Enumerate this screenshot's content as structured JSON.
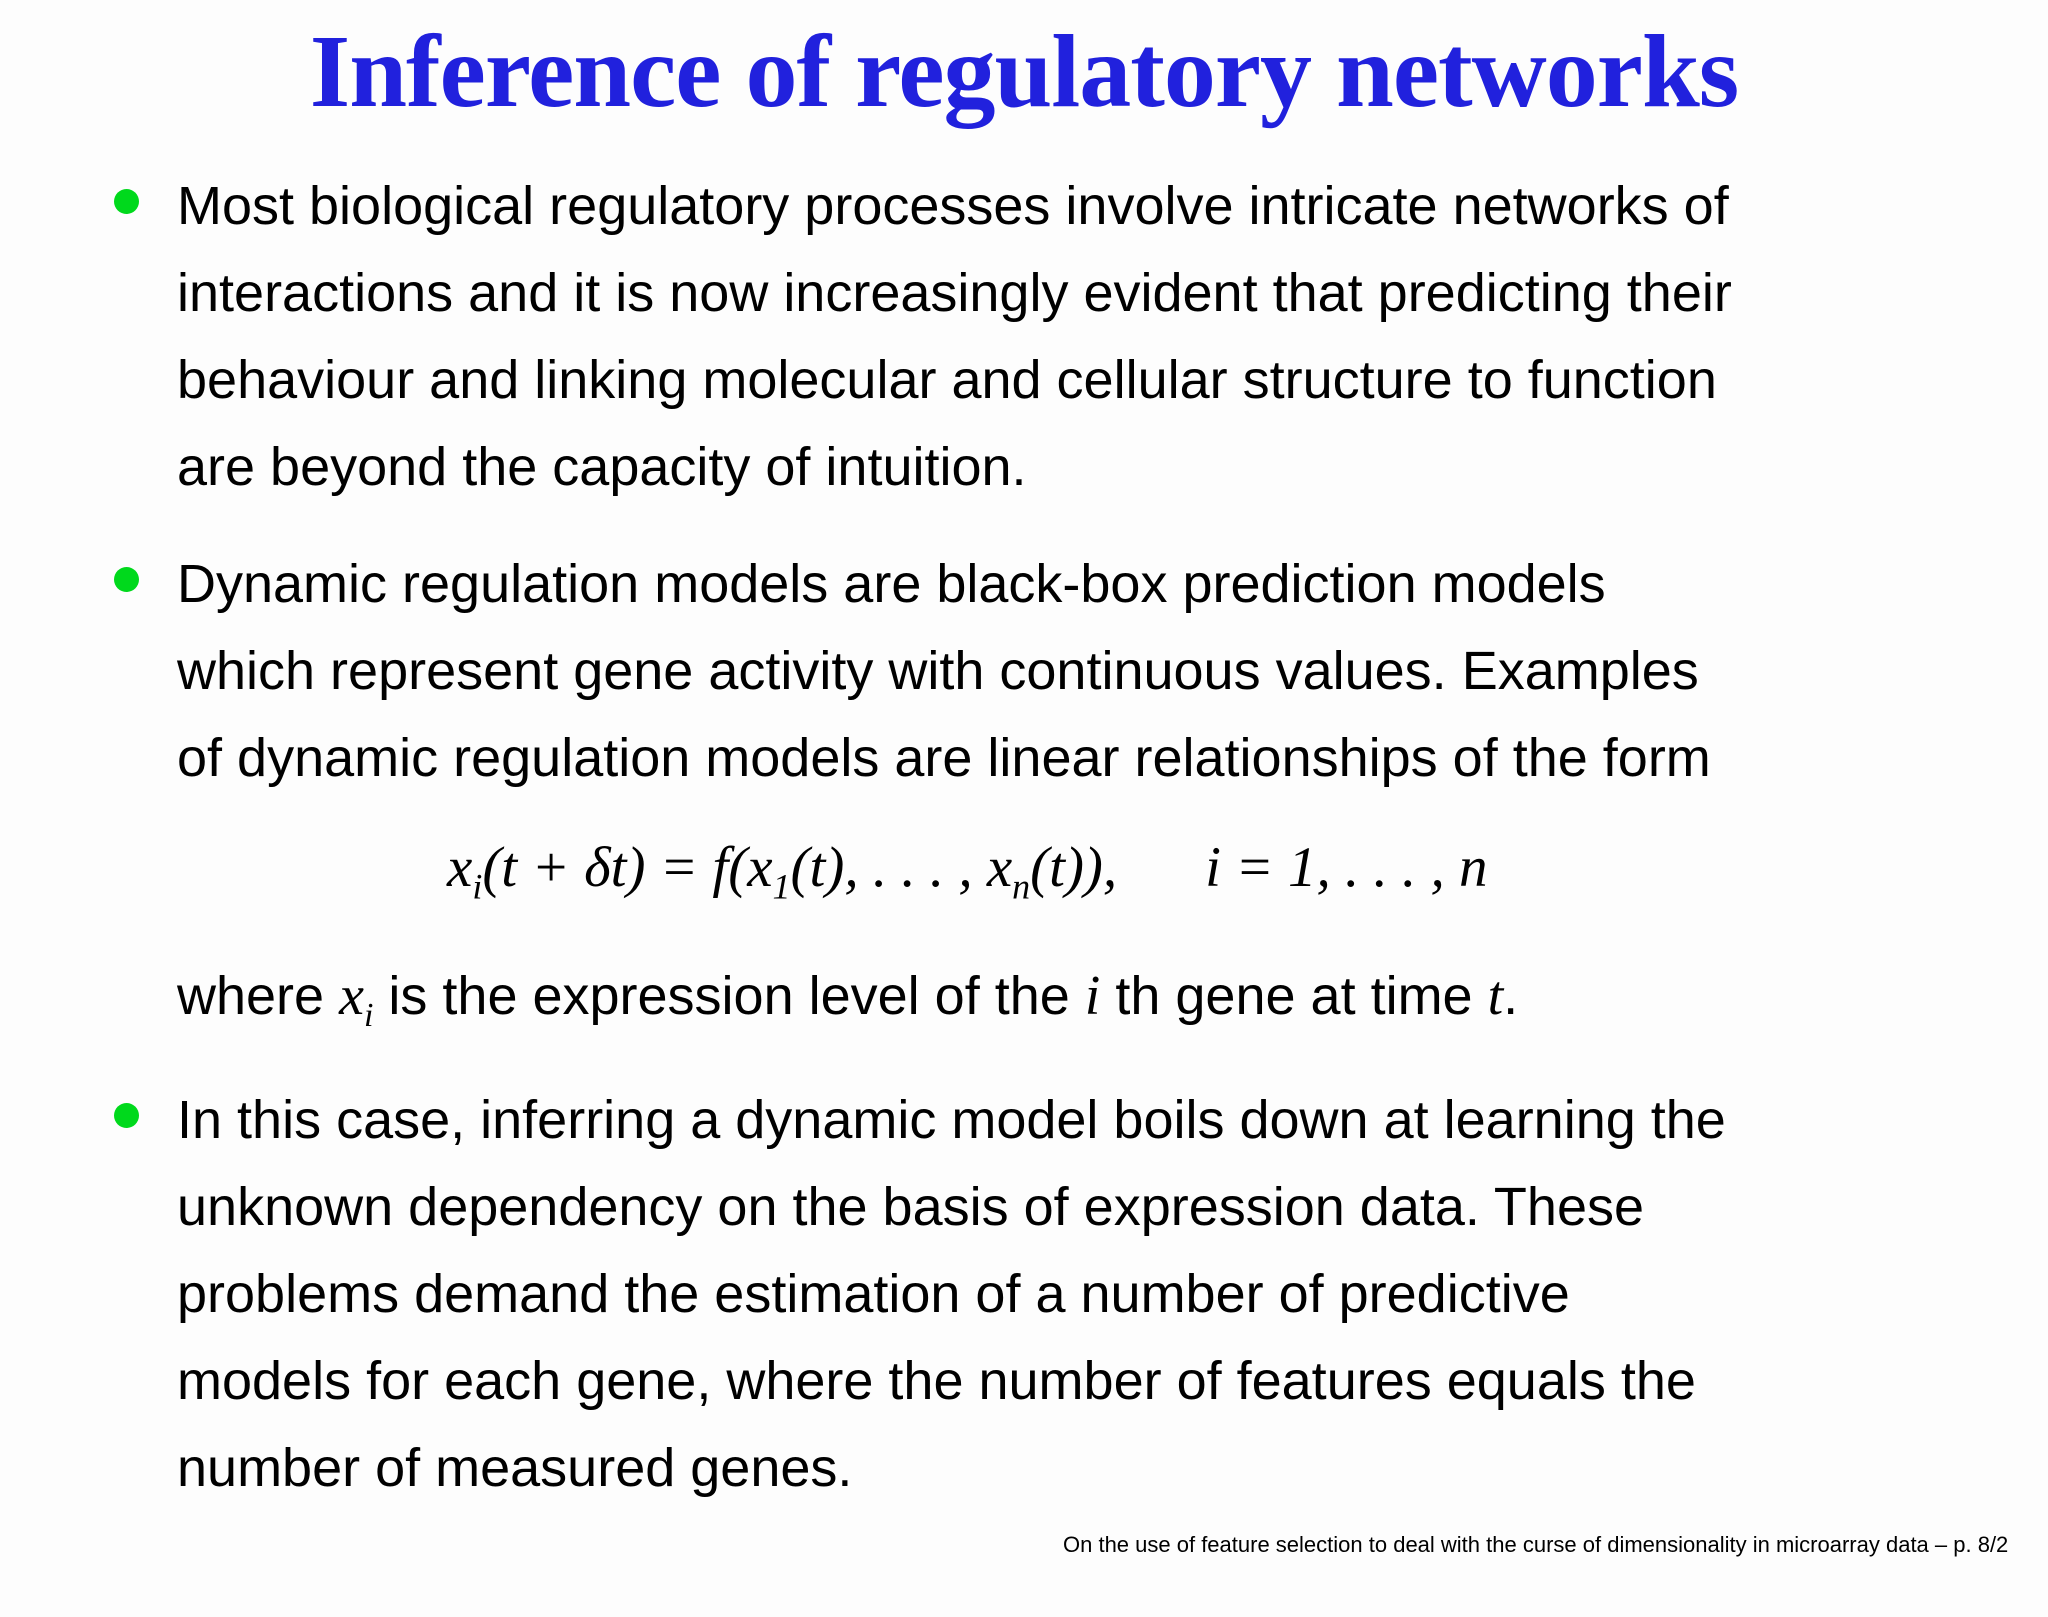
{
  "slide": {
    "title": "Inference of regulatory networks",
    "bullets": [
      {
        "lines": [
          "Most biological regulatory processes involve intricate networks of",
          "interactions and it is now increasingly evident that predicting their",
          "behaviour and linking molecular and cellular structure to function",
          "are beyond the capacity of intuition."
        ]
      },
      {
        "lines": [
          "Dynamic regulation models are black-box prediction models",
          "which represent gene activity with continuous values. Examples",
          "of dynamic regulation models are linear relationships of the form"
        ]
      },
      {
        "lines": [
          "In this case, inferring a dynamic model boils down at learning the",
          "unknown dependency on the basis of expression data. These",
          "problems demand the estimation of a number of predictive",
          "models for each gene, where the number of features equals the",
          "number of measured genes."
        ]
      }
    ],
    "equation": {
      "var1": "x",
      "sub1": "i",
      "mid1": "(t + δt) = f(x",
      "sub2": "1",
      "mid2": "(t), . . . , x",
      "sub3": "n",
      "mid3": "(t)),",
      "range": "i = 1, . . . , n"
    },
    "where_line": {
      "pre": "where ",
      "var": "x",
      "var_sub": "i",
      "mid1": " is the expression level of the ",
      "i_var": "i",
      "mid2": " th gene at time ",
      "t_var": "t",
      "end": "."
    },
    "footer": "On the use of feature selection to deal with the curse of dimensionality in microarray data – p. 8/2"
  },
  "colors": {
    "title_blue": "#2121dd",
    "bullet_green": "#00d91c",
    "text_black": "#000000",
    "background": "#fdfdfd"
  }
}
